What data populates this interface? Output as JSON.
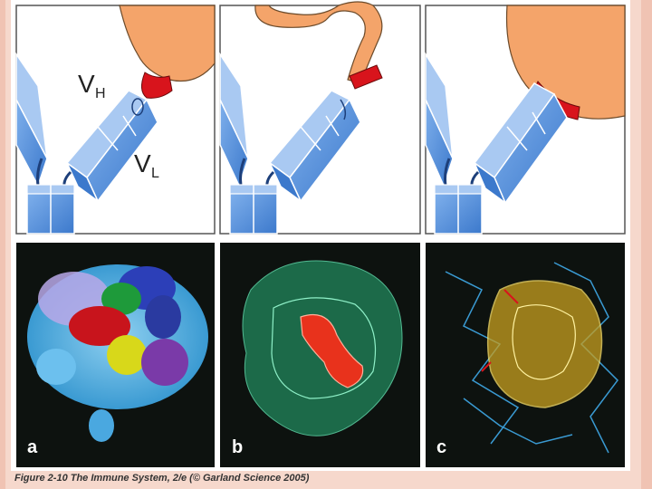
{
  "figure": {
    "caption": "Figure 2-10 The Immune System, 2/e (© Garland Science 2005)"
  },
  "labels": {
    "vh_main": "V",
    "vh_sub": "H",
    "vl_main": "V",
    "vl_sub": "L"
  },
  "panels": [
    {
      "letter": "a"
    },
    {
      "letter": "b"
    },
    {
      "letter": "c"
    }
  ],
  "colors": {
    "antibody_blue": "#4a88d8",
    "antibody_light": "#a9c9f2",
    "antigen_orange": "#f4a46a",
    "epitope_red": "#d8141c",
    "panel_bg": "#0f1512",
    "slide_bg": "#f6d8cc"
  }
}
